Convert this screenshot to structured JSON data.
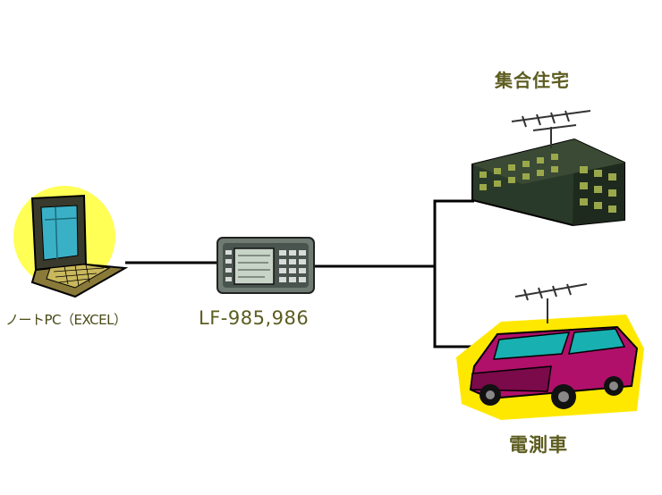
{
  "nodes": {
    "laptop": {
      "label": "ノートPC（EXCEL）",
      "icon": "laptop-icon"
    },
    "device": {
      "label": "LF-985,986",
      "icon": "measuring-instrument-icon"
    },
    "apartment": {
      "label": "集合住宅",
      "icon": "apartment-building-icon"
    },
    "vehicle": {
      "label": "電測車",
      "icon": "measurement-van-icon"
    }
  },
  "colors": {
    "line": "#000000",
    "label_text": "#5c5c20",
    "laptop_glow": "#ffff55",
    "van_body": "#b0106a",
    "van_glass": "#18b0b0",
    "building": "#2a3a2a",
    "building_windows": "#9aa84a"
  }
}
